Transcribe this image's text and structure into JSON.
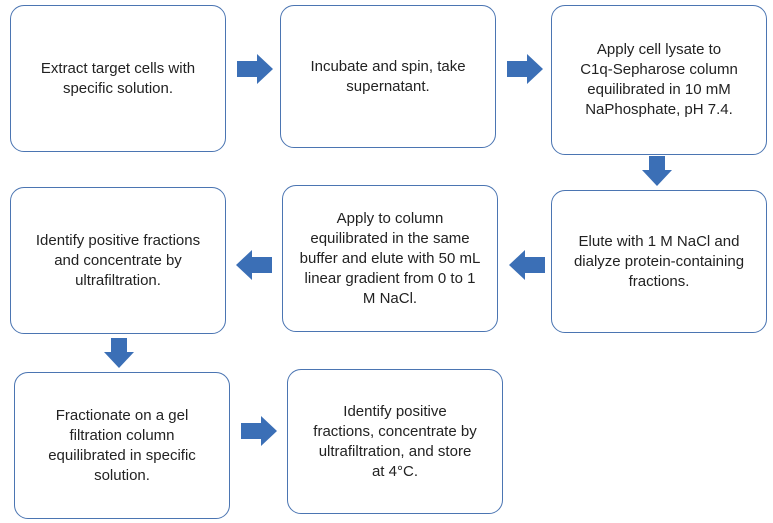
{
  "colors": {
    "box_border": "#4b75b2",
    "arrow_fill": "#3b6fb6",
    "text": "#222222",
    "background": "#ffffff"
  },
  "steps": [
    {
      "text": "Extract target cells with\nspecific solution."
    },
    {
      "text": "Incubate and spin, take\nsupernatant."
    },
    {
      "text": "Apply cell lysate to\nC1q-Sepharose column\nequilibrated in 10 mM\nNaPhosphate, pH 7.4."
    },
    {
      "text": "Elute with 1 M NaCl and\ndialyze protein-containing\nfractions."
    },
    {
      "text": "Apply to column\nequilibrated in the same\nbuffer and elute with 50 mL\nlinear gradient from 0 to 1\nM NaCl."
    },
    {
      "text": "Identify positive fractions\nand concentrate by\nultrafiltration."
    },
    {
      "text": "Fractionate on a gel\nfiltration column\nequilibrated in specific\nsolution."
    },
    {
      "text": "Identify positive\nfractions, concentrate by\nultrafiltration, and store\nat 4°C."
    }
  ]
}
